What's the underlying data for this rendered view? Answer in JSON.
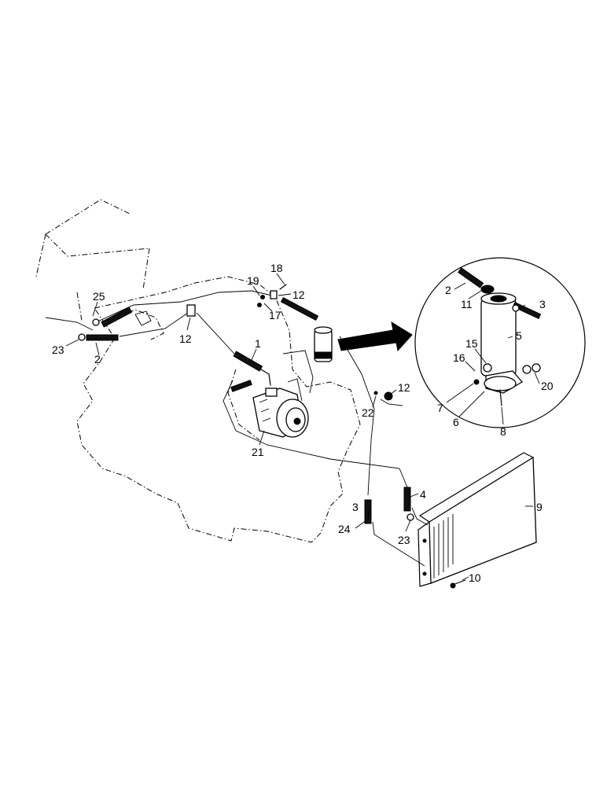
{
  "callouts": [
    {
      "id": "c1",
      "text": "1"
    },
    {
      "id": "c2a",
      "text": "2"
    },
    {
      "id": "c2b",
      "text": "2"
    },
    {
      "id": "c3a",
      "text": "3"
    },
    {
      "id": "c3b",
      "text": "3"
    },
    {
      "id": "c4",
      "text": "4"
    },
    {
      "id": "c5",
      "text": "5"
    },
    {
      "id": "c6",
      "text": "6"
    },
    {
      "id": "c7",
      "text": "7"
    },
    {
      "id": "c8",
      "text": "8"
    },
    {
      "id": "c9",
      "text": "9"
    },
    {
      "id": "c10",
      "text": "10"
    },
    {
      "id": "c11",
      "text": "11"
    },
    {
      "id": "c12a",
      "text": "12"
    },
    {
      "id": "c12b",
      "text": "12"
    },
    {
      "id": "c12c",
      "text": "12"
    },
    {
      "id": "c15",
      "text": "15"
    },
    {
      "id": "c16",
      "text": "16"
    },
    {
      "id": "c17",
      "text": "17"
    },
    {
      "id": "c18",
      "text": "18"
    },
    {
      "id": "c19",
      "text": "19"
    },
    {
      "id": "c20",
      "text": "20"
    },
    {
      "id": "c21",
      "text": "21"
    },
    {
      "id": "c22",
      "text": "22"
    },
    {
      "id": "c23a",
      "text": "23"
    },
    {
      "id": "c23b",
      "text": "23"
    },
    {
      "id": "c24",
      "text": "24"
    },
    {
      "id": "c25",
      "text": "25"
    }
  ]
}
